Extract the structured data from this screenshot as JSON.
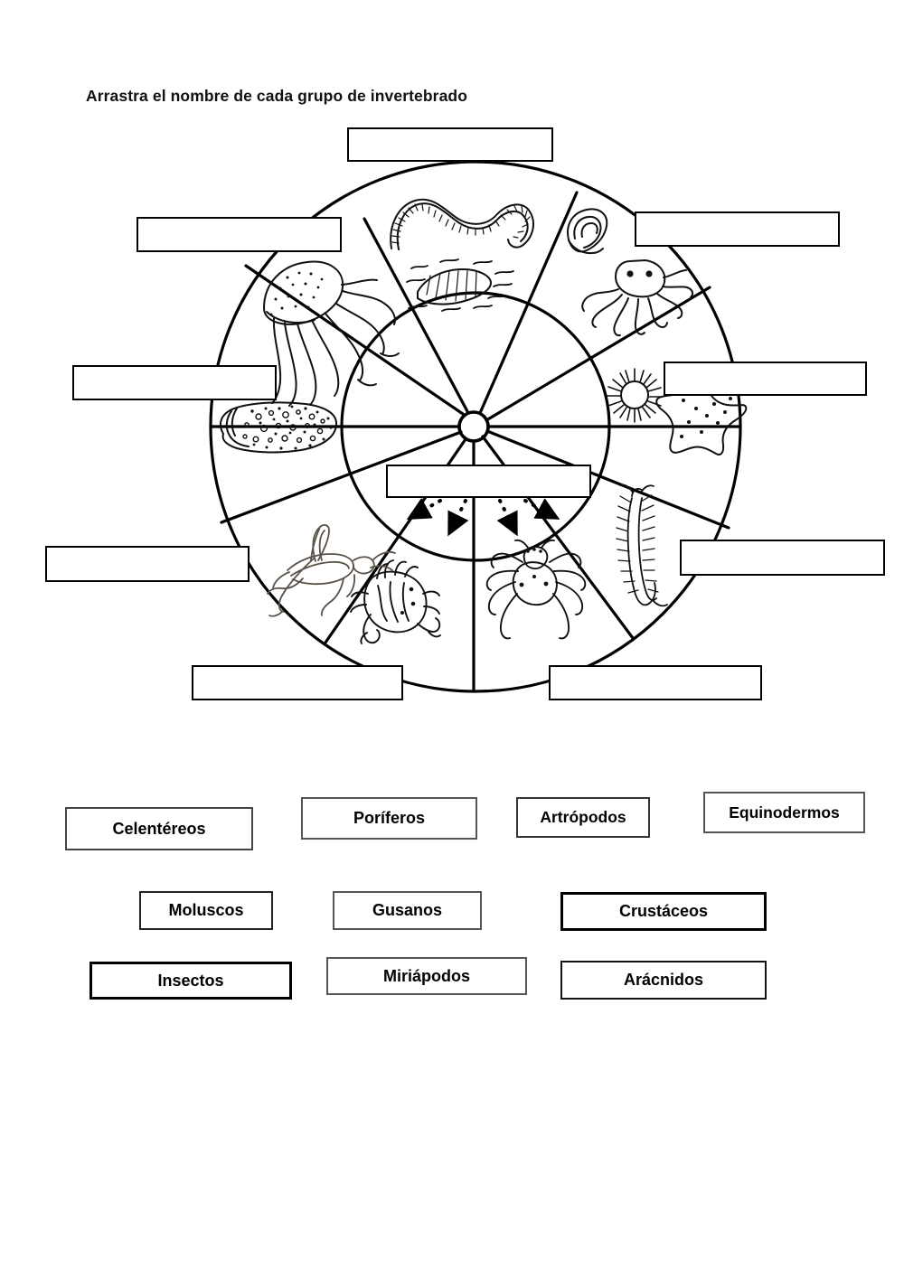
{
  "worksheet": {
    "title": "Arrastra el nombre de cada grupo de invertebrado",
    "language": "es"
  },
  "diagram": {
    "name": "invertebrate-groups-wheel",
    "center_hub": "",
    "sectors": [
      {
        "id": "gusanos",
        "icon": "earthworm-icon",
        "position": "top"
      },
      {
        "id": "moluscos",
        "icon": "octopus-shell-icon",
        "position": "upper-right"
      },
      {
        "id": "equinodermos",
        "icon": "starfish-urchin-icon",
        "position": "right"
      },
      {
        "id": "miriapodos",
        "icon": "centipede-icon",
        "position": "lower-right"
      },
      {
        "id": "aracnidos",
        "icon": "spider-icon",
        "position": "bottom-right"
      },
      {
        "id": "crustaceos",
        "icon": "crab-icon",
        "position": "bottom-left"
      },
      {
        "id": "insectos",
        "icon": "grasshopper-icon",
        "position": "lower-left"
      },
      {
        "id": "poriferos",
        "icon": "sponge-icon",
        "position": "left"
      },
      {
        "id": "celentereos",
        "icon": "jellyfish-icon",
        "position": "upper-left"
      }
    ],
    "drop_targets": [
      {
        "id": "target-top",
        "value": "",
        "placeholder": ""
      },
      {
        "id": "target-upper-left",
        "value": "",
        "placeholder": ""
      },
      {
        "id": "target-upper-right",
        "value": "",
        "placeholder": ""
      },
      {
        "id": "target-left",
        "value": "",
        "placeholder": ""
      },
      {
        "id": "target-right",
        "value": "",
        "placeholder": ""
      },
      {
        "id": "target-lower-left",
        "value": "",
        "placeholder": ""
      },
      {
        "id": "target-lower-right",
        "value": "",
        "placeholder": ""
      },
      {
        "id": "target-bottom-left",
        "value": "",
        "placeholder": ""
      },
      {
        "id": "target-bottom-right",
        "value": "",
        "placeholder": ""
      },
      {
        "id": "target-center",
        "value": "",
        "placeholder": ""
      }
    ],
    "arrow_count": 4,
    "arrow_style": "dotted"
  },
  "word_bank": {
    "rows": [
      [
        {
          "label": "Celentéreos",
          "id": "chip-celentereos"
        },
        {
          "label": "Poríferos",
          "id": "chip-poriferos"
        },
        {
          "label": "Artrópodos",
          "id": "chip-artropodos"
        },
        {
          "label": "Equinodermos",
          "id": "chip-equinodermos"
        }
      ],
      [
        {
          "label": "Moluscos",
          "id": "chip-moluscos"
        },
        {
          "label": "Gusanos",
          "id": "chip-gusanos"
        },
        {
          "label": "Crustáceos",
          "id": "chip-crustaceos"
        }
      ],
      [
        {
          "label": "Insectos",
          "id": "chip-insectos"
        },
        {
          "label": "Miriápodos",
          "id": "chip-miriapodos"
        },
        {
          "label": "Arácnidos",
          "id": "chip-aracnidos"
        }
      ]
    ]
  },
  "colors": {
    "ink": "#000000",
    "paper": "#ffffff",
    "text": "#111111"
  }
}
